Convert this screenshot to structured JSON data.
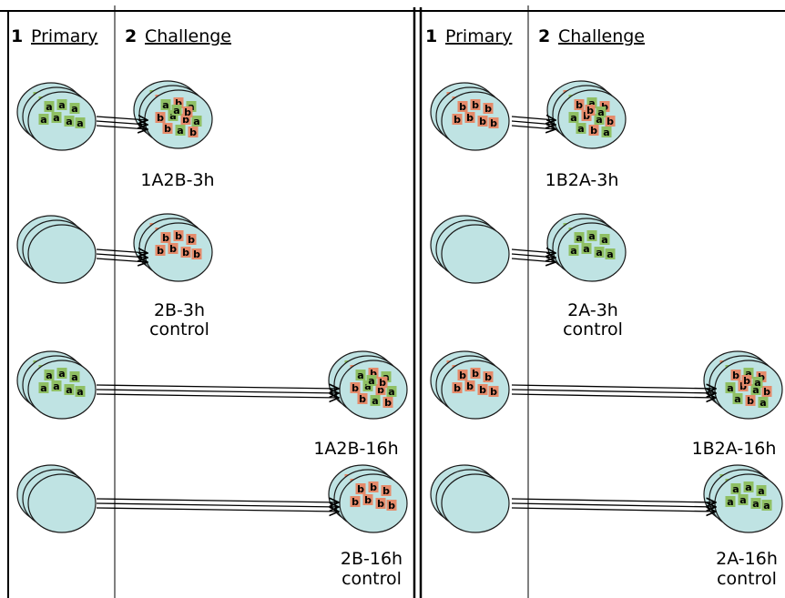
{
  "colors": {
    "plate_fill": "#bfe3e3",
    "plate_stroke": "#1a1a1a",
    "tile_a": "#8fbf63",
    "tile_b": "#e58a6a",
    "line": "#000000"
  },
  "panels": [
    {
      "header": {
        "num1": "1",
        "primary": "Primary",
        "num2": "2",
        "challenge": "Challenge"
      },
      "rows": [
        {
          "left_letters": "a",
          "right_letters": "ab",
          "label": [
            "1A2B-3h"
          ]
        },
        {
          "left_letters": "",
          "right_letters": "b",
          "label": [
            "2B-3h",
            "control"
          ]
        },
        {
          "left_letters": "a",
          "right_letters": "ab",
          "label": [
            "1A2B-16h"
          ]
        },
        {
          "left_letters": "",
          "right_letters": "b",
          "label": [
            "2B-16h",
            "control"
          ]
        }
      ]
    },
    {
      "header": {
        "num1": "1",
        "primary": "Primary",
        "num2": "2",
        "challenge": "Challenge"
      },
      "rows": [
        {
          "left_letters": "b",
          "right_letters": "ba",
          "label": [
            "1B2A-3h"
          ]
        },
        {
          "left_letters": "",
          "right_letters": "a",
          "label": [
            "2A-3h",
            "control"
          ]
        },
        {
          "left_letters": "b",
          "right_letters": "ba",
          "label": [
            "1B2A-16h"
          ]
        },
        {
          "left_letters": "",
          "right_letters": "a",
          "label": [
            "2A-16h",
            "control"
          ]
        }
      ]
    }
  ]
}
